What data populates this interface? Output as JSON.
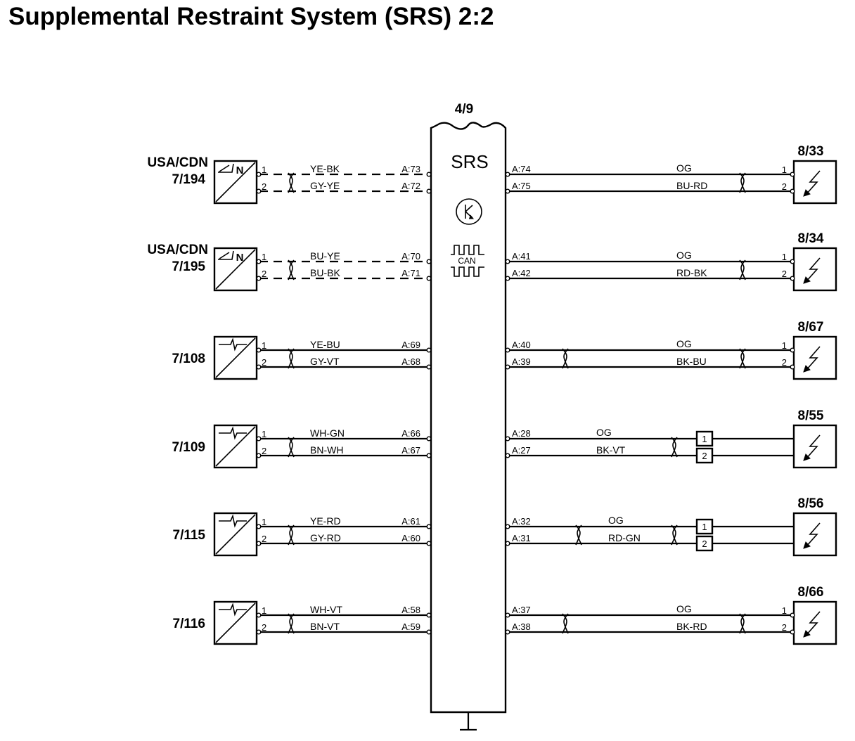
{
  "title": "Supplemental Restraint System (SRS) 2:2",
  "ecu": {
    "id": "4/9",
    "name": "SRS",
    "can_label": "CAN",
    "icons": [
      "crash-sensor-icon",
      "can-bus-icon",
      "ground-icon"
    ]
  },
  "left_components": [
    {
      "id": "7/194",
      "prefix": "USA/CDN",
      "type": "seat-belt-sensor",
      "wiring": "dashed",
      "wires": [
        {
          "pin": "1",
          "color": "YE-BK",
          "ecu_pin": "A:73"
        },
        {
          "pin": "2",
          "color": "GY-YE",
          "ecu_pin": "A:72"
        }
      ]
    },
    {
      "id": "7/195",
      "prefix": "USA/CDN",
      "type": "seat-belt-sensor",
      "wiring": "dashed",
      "wires": [
        {
          "pin": "1",
          "color": "BU-YE",
          "ecu_pin": "A:70"
        },
        {
          "pin": "2",
          "color": "BU-BK",
          "ecu_pin": "A:71"
        }
      ]
    },
    {
      "id": "7/108",
      "prefix": "",
      "type": "impact-sensor",
      "wiring": "solid",
      "wires": [
        {
          "pin": "1",
          "color": "YE-BU",
          "ecu_pin": "A:69"
        },
        {
          "pin": "2",
          "color": "GY-VT",
          "ecu_pin": "A:68"
        }
      ]
    },
    {
      "id": "7/109",
      "prefix": "",
      "type": "impact-sensor",
      "wiring": "solid",
      "wires": [
        {
          "pin": "1",
          "color": "WH-GN",
          "ecu_pin": "A:66"
        },
        {
          "pin": "2",
          "color": "BN-WH",
          "ecu_pin": "A:67"
        }
      ]
    },
    {
      "id": "7/115",
      "prefix": "",
      "type": "impact-sensor",
      "wiring": "solid",
      "wires": [
        {
          "pin": "1",
          "color": "YE-RD",
          "ecu_pin": "A:61"
        },
        {
          "pin": "2",
          "color": "GY-RD",
          "ecu_pin": "A:60"
        }
      ]
    },
    {
      "id": "7/116",
      "prefix": "",
      "type": "impact-sensor",
      "wiring": "solid",
      "wires": [
        {
          "pin": "1",
          "color": "WH-VT",
          "ecu_pin": "A:58"
        },
        {
          "pin": "2",
          "color": "BN-VT",
          "ecu_pin": "A:59"
        }
      ]
    }
  ],
  "right_components": [
    {
      "id": "8/33",
      "type": "igniter",
      "connector_box": false,
      "ecu_twist": false,
      "wires": [
        {
          "ecu_pin": "A:74",
          "color": "OG",
          "pin": "1"
        },
        {
          "ecu_pin": "A:75",
          "color": "BU-RD",
          "pin": "2"
        }
      ]
    },
    {
      "id": "8/34",
      "type": "igniter",
      "connector_box": false,
      "ecu_twist": false,
      "wires": [
        {
          "ecu_pin": "A:41",
          "color": "OG",
          "pin": "1"
        },
        {
          "ecu_pin": "A:42",
          "color": "RD-BK",
          "pin": "2"
        }
      ]
    },
    {
      "id": "8/67",
      "type": "igniter",
      "connector_box": false,
      "ecu_twist": true,
      "wires": [
        {
          "ecu_pin": "A:40",
          "color": "OG",
          "pin": "1"
        },
        {
          "ecu_pin": "A:39",
          "color": "BK-BU",
          "pin": "2"
        }
      ]
    },
    {
      "id": "8/55",
      "type": "igniter",
      "connector_box": true,
      "ecu_twist": false,
      "wires": [
        {
          "ecu_pin": "A:28",
          "color": "OG",
          "pin": "1"
        },
        {
          "ecu_pin": "A:27",
          "color": "BK-VT",
          "pin": "2"
        }
      ]
    },
    {
      "id": "8/56",
      "type": "igniter",
      "connector_box": true,
      "ecu_twist": true,
      "wires": [
        {
          "ecu_pin": "A:32",
          "color": "OG",
          "pin": "1"
        },
        {
          "ecu_pin": "A:31",
          "color": "RD-GN",
          "pin": "2"
        }
      ]
    },
    {
      "id": "8/66",
      "type": "igniter",
      "connector_box": false,
      "ecu_twist": true,
      "wires": [
        {
          "ecu_pin": "A:37",
          "color": "OG",
          "pin": "1"
        },
        {
          "ecu_pin": "A:38",
          "color": "BK-RD",
          "pin": "2"
        }
      ]
    }
  ]
}
